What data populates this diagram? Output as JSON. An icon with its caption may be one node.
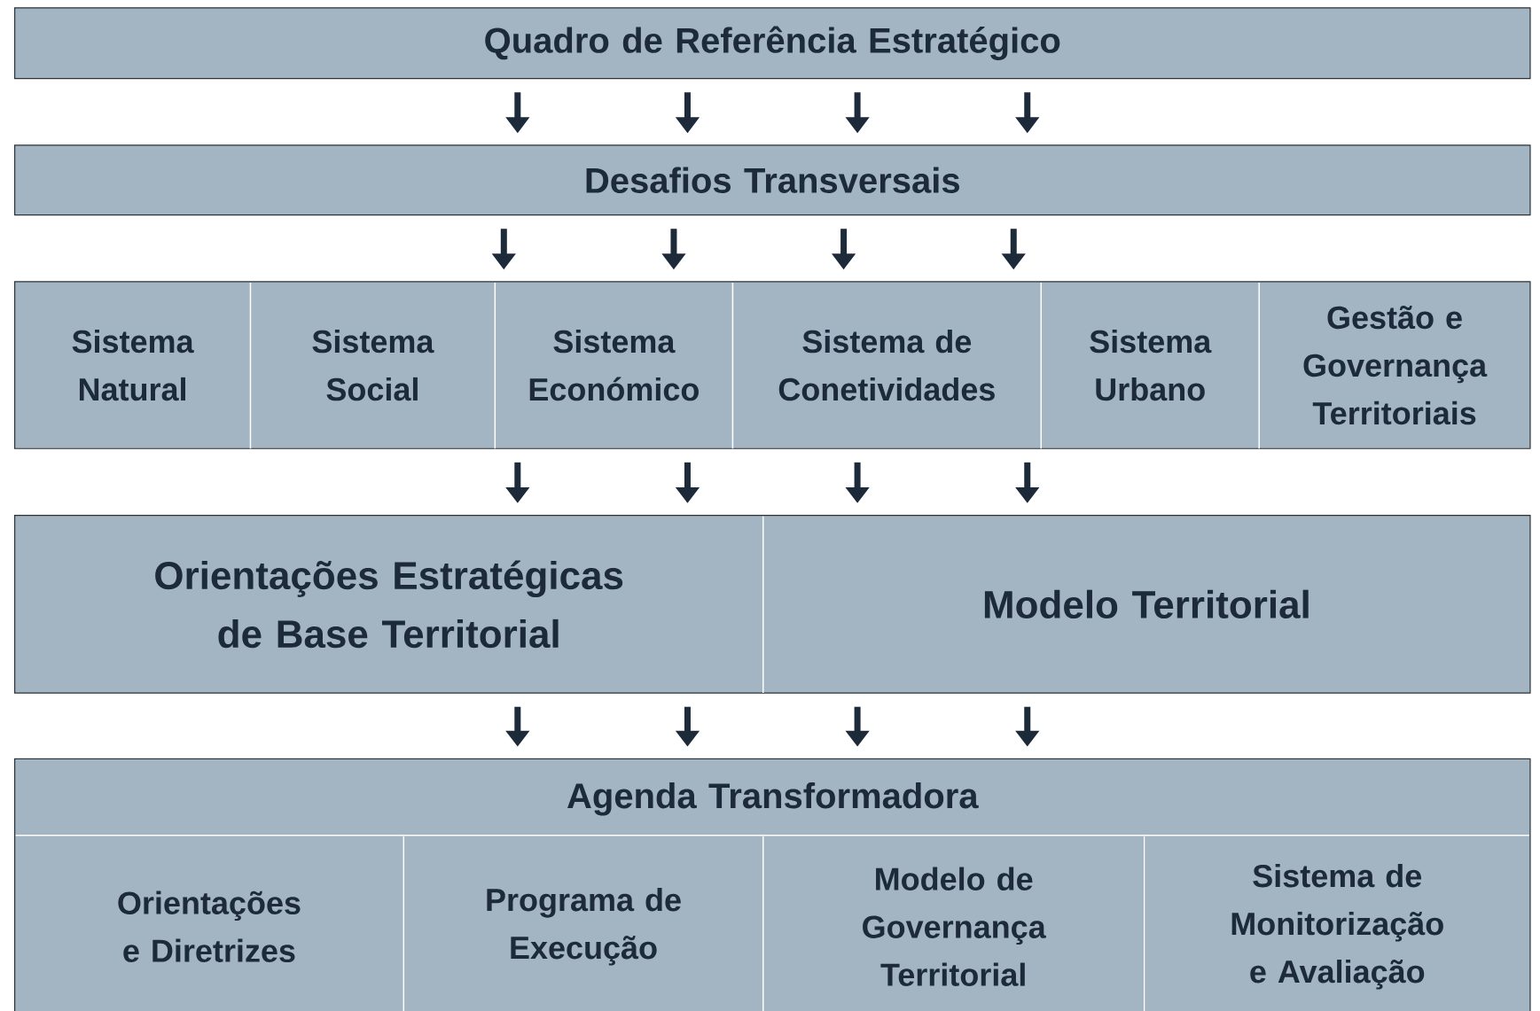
{
  "diagram": {
    "nodes": [
      {
        "text": [
          "Quadro de Referência Estratégico"
        ]
      },
      {
        "text": [
          "Desafios Transversais"
        ]
      },
      {
        "text": [],
        "shape": "box"
      },
      {
        "text": [
          "Sistema Natural"
        ],
        "in": 2
      },
      {
        "text": [
          "Sistema Social"
        ],
        "in": 2
      },
      {
        "text": [
          "Sistema Económico"
        ],
        "in": 2
      },
      {
        "text": [
          "Sistema de Conetividades"
        ],
        "in": 2
      },
      {
        "text": [
          "Sistema Urbano"
        ],
        "in": 2
      },
      {
        "text": [
          "Gestão e Governança Territoriais"
        ],
        "in": 2
      },
      {
        "text": [],
        "shape": "box"
      },
      {
        "text": [
          "Orientações Estratégicas de Base Territorial"
        ],
        "in": 9
      },
      {
        "text": [
          "Modelo Territorial"
        ],
        "in": 9
      },
      {
        "text": [
          "Agenda Transformadora"
        ]
      },
      {
        "text": [
          "Orientações e Diretrizes"
        ],
        "in": 12
      },
      {
        "text": [
          "Programa de Execução"
        ],
        "in": 12
      },
      {
        "text": [
          "Modelo de Governança Territorial"
        ],
        "in": 12
      },
      {
        "text": [
          "Sistema de Monitorização e Avaliação"
        ],
        "in": 12
      }
    ],
    "edges": [
      {
        "from": 0,
        "to": 1,
        "arrow": "to"
      },
      {
        "from": 0,
        "to": 1,
        "arrow": "to"
      },
      {
        "from": 0,
        "to": 1,
        "arrow": "to"
      },
      {
        "from": 0,
        "to": 1,
        "arrow": "to"
      },
      {
        "from": 1,
        "to": 2,
        "arrow": "to"
      },
      {
        "from": 1,
        "to": 2,
        "arrow": "to"
      },
      {
        "from": 1,
        "to": 2,
        "arrow": "to"
      },
      {
        "from": 1,
        "to": 2,
        "arrow": "to"
      },
      {
        "from": 2,
        "to": 9,
        "arrow": "to"
      },
      {
        "from": 2,
        "to": 9,
        "arrow": "to"
      },
      {
        "from": 2,
        "to": 9,
        "arrow": "to"
      },
      {
        "from": 2,
        "to": 9,
        "arrow": "to"
      },
      {
        "from": 9,
        "to": 12,
        "arrow": "to"
      },
      {
        "from": 9,
        "to": 12,
        "arrow": "to"
      },
      {
        "from": 9,
        "to": 12,
        "arrow": "to"
      },
      {
        "from": 9,
        "to": 12,
        "arrow": "to"
      }
    ]
  }
}
